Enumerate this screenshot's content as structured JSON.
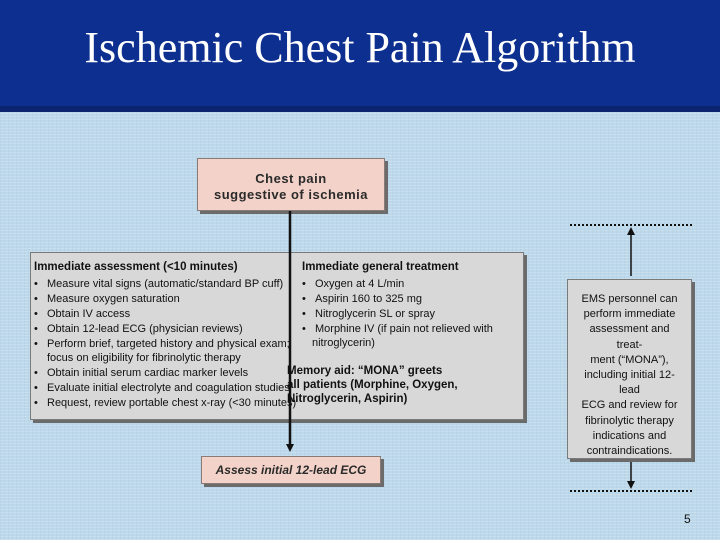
{
  "title": "Ischemic Chest Pain Algorithm",
  "chest_pain_box": {
    "line1": "Chest pain",
    "line2": "suggestive of ischemia"
  },
  "assessment": {
    "heading": "Immediate assessment (<10 minutes)",
    "items": [
      "Measure vital signs (automatic/standard BP cuff)",
      "Measure oxygen saturation",
      "Obtain IV access",
      "Obtain 12-lead ECG (physician reviews)",
      "Perform brief, targeted history and physical exam;",
      "focus on eligibility for fibrinolytic therapy",
      "Obtain initial serum cardiac marker levels",
      "Evaluate initial electrolyte and coagulation studies",
      "Request, review portable chest x-ray (<30 minutes)"
    ]
  },
  "treatment": {
    "heading": "Immediate general treatment",
    "items": [
      "Oxygen at 4 L/min",
      "Aspirin 160 to 325 mg",
      "Nitroglycerin SL or spray",
      "Morphine IV (if pain not relieved with",
      "nitroglycerin)"
    ],
    "mona_lines": [
      "Memory aid: “MONA” greets",
      "all patients  (Morphine, Oxygen,",
      "Nitroglycerin, Aspirin)"
    ]
  },
  "ecg_box": {
    "label": "Assess initial 12-lead ECG"
  },
  "ems_box": {
    "lines": [
      "EMS personnel can",
      "perform immediate",
      "assessment and",
      "treat-",
      "ment (“MONA”),",
      "including initial 12-",
      "lead",
      "ECG and review for",
      "fibrinolytic therapy",
      "indications and",
      "contraindications."
    ]
  },
  "page_number": "5",
  "colors": {
    "title_bar": "#0d2f8f",
    "background": "#bcd8ea",
    "flow_box": "#f3d3c9",
    "gray_box": "#d8d8d8"
  }
}
